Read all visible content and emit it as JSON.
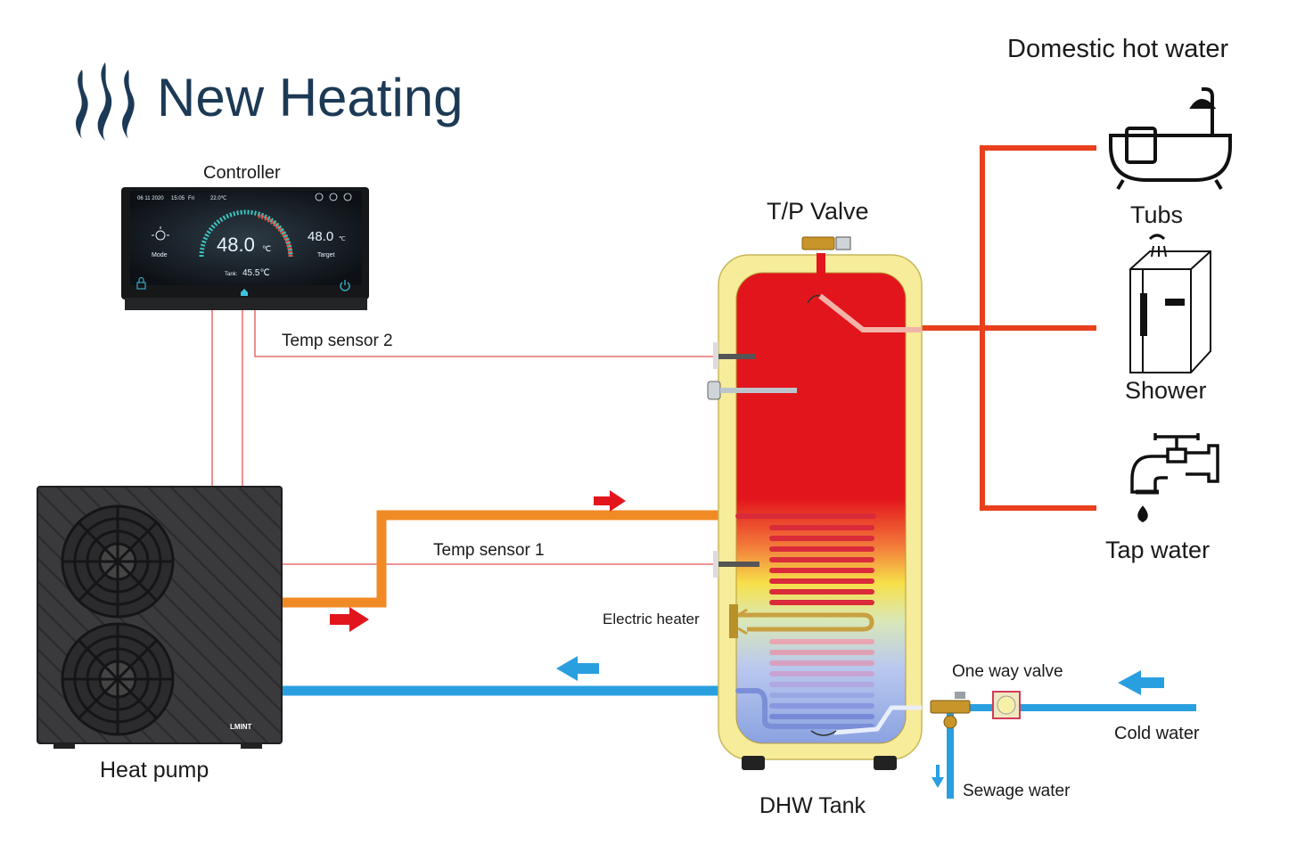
{
  "brand": {
    "name": "New Heating"
  },
  "labels": {
    "domestic_hot_water": "Domestic hot water",
    "controller": "Controller",
    "tp_valve": "T/P Valve",
    "temp_sensor_2": "Temp  sensor  2",
    "temp_sensor_1": "Temp  sensor  1",
    "electric_heater": "Electric heater",
    "one_way_valve": "One way valve",
    "cold_water": "Cold  water",
    "sewage_water": "Sewage water",
    "heat_pump": "Heat pump",
    "dhw_tank": "DHW Tank",
    "tubs": "Tubs",
    "shower": "Shower",
    "tap_water": "Tap water",
    "unit_brand": "LMINT"
  },
  "controller_screen": {
    "date": "06  11  2020",
    "time": "15:05",
    "weekday": "Fri",
    "outdoor_temp": "22.0℃",
    "main_temp": "48.0",
    "main_unit": "℃",
    "target_temp": "48.0",
    "target_unit": "℃",
    "mode_label": "Mode",
    "target_label": "Target",
    "tank_label": "Tank:",
    "tank_temp": "45.5℃"
  },
  "colors": {
    "brand": "#1c3a55",
    "hot_pipe": "#e8401c",
    "flow_pipe": "#f08a24",
    "cold_pipe": "#2a9fe0",
    "sensor_wire": "#e25555",
    "tank_shell": "#f6ec9a",
    "tank_hot": "#e3151c",
    "arrow_red": "#e3151c",
    "arrow_blue": "#2a9fe0"
  }
}
